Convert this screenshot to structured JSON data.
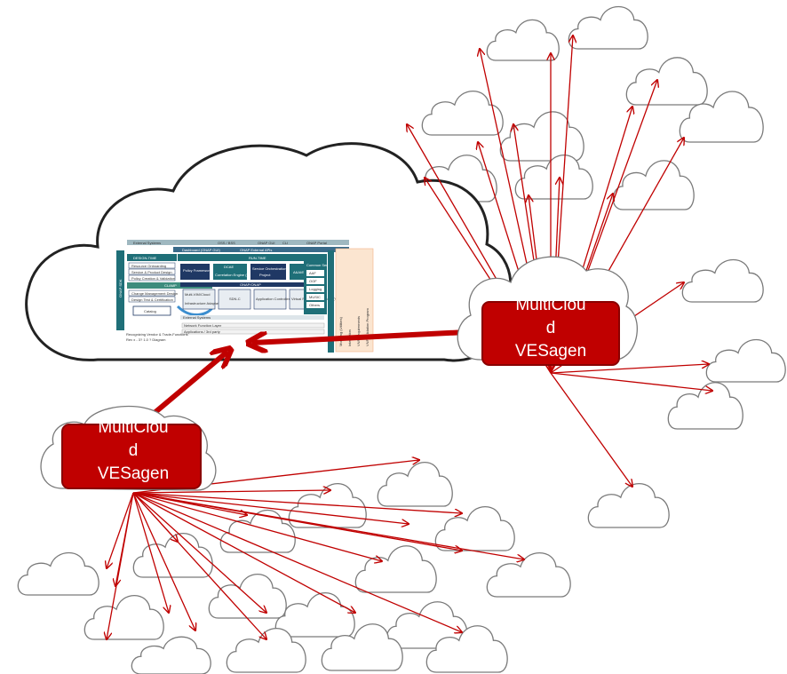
{
  "colors": {
    "arrow": "#c00000",
    "box_fill": "#c00000",
    "box_border": "#8a0000",
    "cloud_stroke": "#7a7a7a",
    "teal": "#1f6f78",
    "navy": "#1f3864",
    "orange": "#f4b084"
  },
  "agents": [
    {
      "id": "right",
      "lines": [
        "MultiClou",
        "d",
        "VESagen"
      ]
    },
    {
      "id": "left",
      "lines": [
        "MultiClou",
        "d",
        "VESagen"
      ]
    }
  ],
  "architecture": {
    "top_tabs": [
      "External Systems",
      "OSS / BSS",
      "ONAP GUI",
      "CLI",
      "ONAP Portal"
    ],
    "design_time": "DESIGN-TIME",
    "run_time": "RUN-TIME",
    "dashboard": "Dashboard (ONAP GUI)",
    "external_apis": "ONAP External APIs",
    "design_items": [
      "Resource Onboarding",
      "Service & Product Design",
      "Policy Creation & Validation"
    ],
    "clamp": "CLAMP",
    "design_items_2": [
      "Change Management Design",
      "Design Test & Certification"
    ],
    "catalog": "Catalog",
    "runtime_modules": [
      "Policy Framework",
      "DCAE",
      "Service Orchestration",
      "A&AI/ESR"
    ],
    "runtime_sub": [
      "Correlation Engine (Holmes)",
      "Project"
    ],
    "common_services": "Common Services",
    "common_items": [
      "AAF",
      "OOF",
      "Logging",
      "MUSIC",
      "Others"
    ],
    "rand_bar": "ONAP/ONAP",
    "controllers": [
      "Multi-VIM/Cloud",
      "SDN-C",
      "Application Controller (APPC)",
      "Virtual Function Controller (VF-C)"
    ],
    "infra_layer": "Infrastructure Adaptation Layer",
    "external_systems": "External Systems",
    "network_function_layer": "Network Function Layer",
    "applications": "Applications / 3rd party",
    "side_labels": [
      "Modeling (Utilities)",
      "Integration",
      "VNF Requirements",
      "VNF Validation Program"
    ],
    "left_side": "ONAP SDK",
    "footnote": [
      "Recognizing Vendor & Trade-Functions",
      "Rev x - 3? 1.0 ? Diagram"
    ]
  }
}
